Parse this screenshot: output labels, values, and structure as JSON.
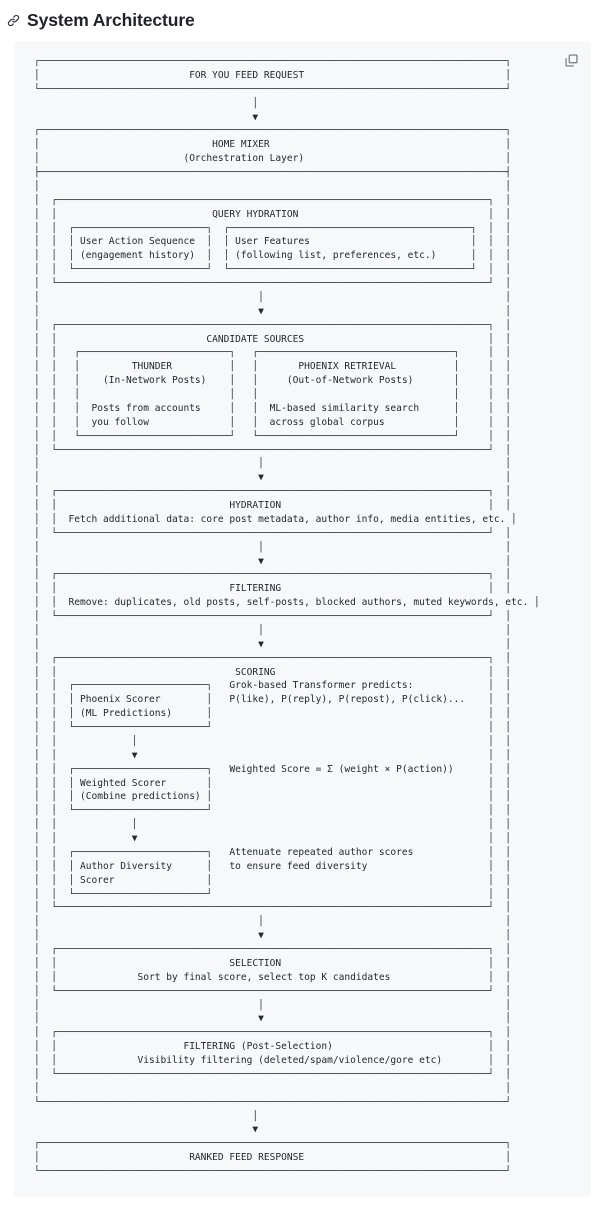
{
  "heading": {
    "anchor_icon": "link-icon",
    "title": "System Architecture"
  },
  "code_block": {
    "copy_icon": "copy-icon",
    "copy_label": "Copy",
    "language": "text",
    "background_color": "#f6f8fa",
    "text_color": "#24292f"
  },
  "diagram": {
    "type": "ascii-flow-diagram",
    "nodes": [
      {
        "id": "for-you-feed-request",
        "label": "FOR YOU FEED REQUEST",
        "level": 0
      },
      {
        "id": "home-mixer",
        "label": "HOME MIXER",
        "sublabel": "(Orchestration Layer)",
        "level": 0
      },
      {
        "id": "query-hydration",
        "label": "QUERY HYDRATION",
        "level": 1
      },
      {
        "id": "user-action-sequence",
        "label": "User Action Sequence",
        "sublabel": "(engagement history)",
        "level": 2
      },
      {
        "id": "user-features",
        "label": "User Features",
        "sublabel": "(following list, preferences, etc.)",
        "level": 2
      },
      {
        "id": "candidate-sources",
        "label": "CANDIDATE SOURCES",
        "level": 1
      },
      {
        "id": "thunder",
        "label": "THUNDER",
        "sublabel": "(In-Network Posts)",
        "detail": "Posts from accounts you follow",
        "level": 2
      },
      {
        "id": "phoenix-retrieval",
        "label": "PHOENIX RETRIEVAL",
        "sublabel": "(Out-of-Network Posts)",
        "detail": "ML-based similarity search across global corpus",
        "level": 2
      },
      {
        "id": "hydration",
        "label": "HYDRATION",
        "detail": "Fetch additional data: core post metadata, author info, media entities, etc.",
        "level": 1
      },
      {
        "id": "filtering",
        "label": "FILTERING",
        "detail": "Remove: duplicates, old posts, self-posts, blocked authors, muted keywords, etc.",
        "level": 1
      },
      {
        "id": "scoring",
        "label": "SCORING",
        "level": 1
      },
      {
        "id": "phoenix-scorer",
        "label": "Phoenix Scorer",
        "sublabel": "(ML Predictions)",
        "note": "Grok-based Transformer predicts: P(like), P(reply), P(repost), P(click)...",
        "level": 2
      },
      {
        "id": "weighted-scorer",
        "label": "Weighted Scorer",
        "sublabel": "(Combine predictions)",
        "note": "Weighted Score = Σ (weight × P(action))",
        "level": 2
      },
      {
        "id": "author-diversity-scorer",
        "label": "Author Diversity Scorer",
        "note": "Attenuate repeated author scores to ensure feed diversity",
        "level": 2
      },
      {
        "id": "selection",
        "label": "SELECTION",
        "detail": "Sort by final score, select top K candidates",
        "level": 1
      },
      {
        "id": "filtering-post-selection",
        "label": "FILTERING (Post-Selection)",
        "detail": "Visibility filtering (deleted/spam/violence/gore etc)",
        "level": 1
      },
      {
        "id": "ranked-feed-response",
        "label": "RANKED FEED RESPONSE",
        "level": 0
      }
    ],
    "ascii": "┌─────────────────────────────────────────────────────────────────────────────────┐\n│                          FOR YOU FEED REQUEST                                   │\n└─────────────────────────────────────────────────────────────────────────────────┘\n                                      │\n                                      ▼\n┌─────────────────────────────────────────────────────────────────────────────────┐\n│                              HOME MIXER                                         │\n│                         (Orchestration Layer)                                   │\n├─────────────────────────────────────────────────────────────────────────────────┤\n│                                                                                 │\n│  ┌───────────────────────────────────────────────────────────────────────────┐  │\n│  │                           QUERY HYDRATION                                 │  │\n│  │  ┌───────────────────────┐  ┌──────────────────────────────────────────┐  │  │\n│  │  │ User Action Sequence  │  │ User Features                            │  │  │\n│  │  │ (engagement history)  │  │ (following list, preferences, etc.)      │  │  │\n│  │  └───────────────────────┘  └──────────────────────────────────────────┘  │  │\n│  └───────────────────────────────────────────────────────────────────────────┘  │\n│                                      │                                          │\n│                                      ▼                                          │\n│  ┌───────────────────────────────────────────────────────────────────────────┐  │\n│  │                          CANDIDATE SOURCES                                │  │\n│  │   ┌──────────────────────────┐   ┌──────────────────────────────────┐     │  │\n│  │   │         THUNDER          │   │       PHOENIX RETRIEVAL          │     │  │\n│  │   │    (In-Network Posts)    │   │     (Out-of-Network Posts)       │     │  │\n│  │   │                          │   │                                  │     │  │\n│  │   │  Posts from accounts     │   │  ML-based similarity search      │     │  │\n│  │   │  you follow              │   │  across global corpus            │     │  │\n│  │   └──────────────────────────┘   └──────────────────────────────────┘     │  │\n│  └───────────────────────────────────────────────────────────────────────────┘  │\n│                                      │                                          │\n│                                      ▼                                          │\n│  ┌───────────────────────────────────────────────────────────────────────────┐  │\n│  │                              HYDRATION                                    │  │\n│  │  Fetch additional data: core post metadata, author info, media entities, etc. │\n│  └───────────────────────────────────────────────────────────────────────────┘  │\n│                                      │                                          │\n│                                      ▼                                          │\n│  ┌───────────────────────────────────────────────────────────────────────────┐  │\n│  │                              FILTERING                                    │  │\n│  │  Remove: duplicates, old posts, self-posts, blocked authors, muted keywords, etc. │\n│  └───────────────────────────────────────────────────────────────────────────┘  │\n│                                      │                                          │\n│                                      ▼                                          │\n│  ┌───────────────────────────────────────────────────────────────────────────┐  │\n│  │                               SCORING                                     │  │\n│  │  ┌───────────────────────┐   Grok-based Transformer predicts:             │  │\n│  │  │ Phoenix Scorer        │   P(like), P(reply), P(repost), P(click)...    │  │\n│  │  │ (ML Predictions)      │                                                │  │\n│  │  └───────────────────────┘                                                │  │\n│  │             │                                                             │  │\n│  │             ▼                                                             │  │\n│  │  ┌───────────────────────┐   Weighted Score = Σ (weight × P(action))      │  │\n│  │  │ Weighted Scorer       │                                                │  │\n│  │  │ (Combine predictions) │                                                │  │\n│  │  └───────────────────────┘                                                │  │\n│  │             │                                                             │  │\n│  │             ▼                                                             │  │\n│  │  ┌───────────────────────┐   Attenuate repeated author scores             │  │\n│  │  │ Author Diversity      │   to ensure feed diversity                     │  │\n│  │  │ Scorer                │                                                │  │\n│  │  └───────────────────────┘                                                │  │\n│  └───────────────────────────────────────────────────────────────────────────┘  │\n│                                      │                                          │\n│                                      ▼                                          │\n│  ┌───────────────────────────────────────────────────────────────────────────┐  │\n│  │                              SELECTION                                    │  │\n│  │              Sort by final score, select top K candidates                 │  │\n│  └───────────────────────────────────────────────────────────────────────────┘  │\n│                                      │                                          │\n│                                      ▼                                          │\n│  ┌───────────────────────────────────────────────────────────────────────────┐  │\n│  │                      FILTERING (Post-Selection)                           │  │\n│  │              Visibility filtering (deleted/spam/violence/gore etc)        │  │\n│  └───────────────────────────────────────────────────────────────────────────┘  │\n│                                                                                 │\n└─────────────────────────────────────────────────────────────────────────────────┘\n                                      │\n                                      ▼\n┌─────────────────────────────────────────────────────────────────────────────────┐\n│                          RANKED FEED RESPONSE                                   │\n└─────────────────────────────────────────────────────────────────────────────────┘"
  }
}
